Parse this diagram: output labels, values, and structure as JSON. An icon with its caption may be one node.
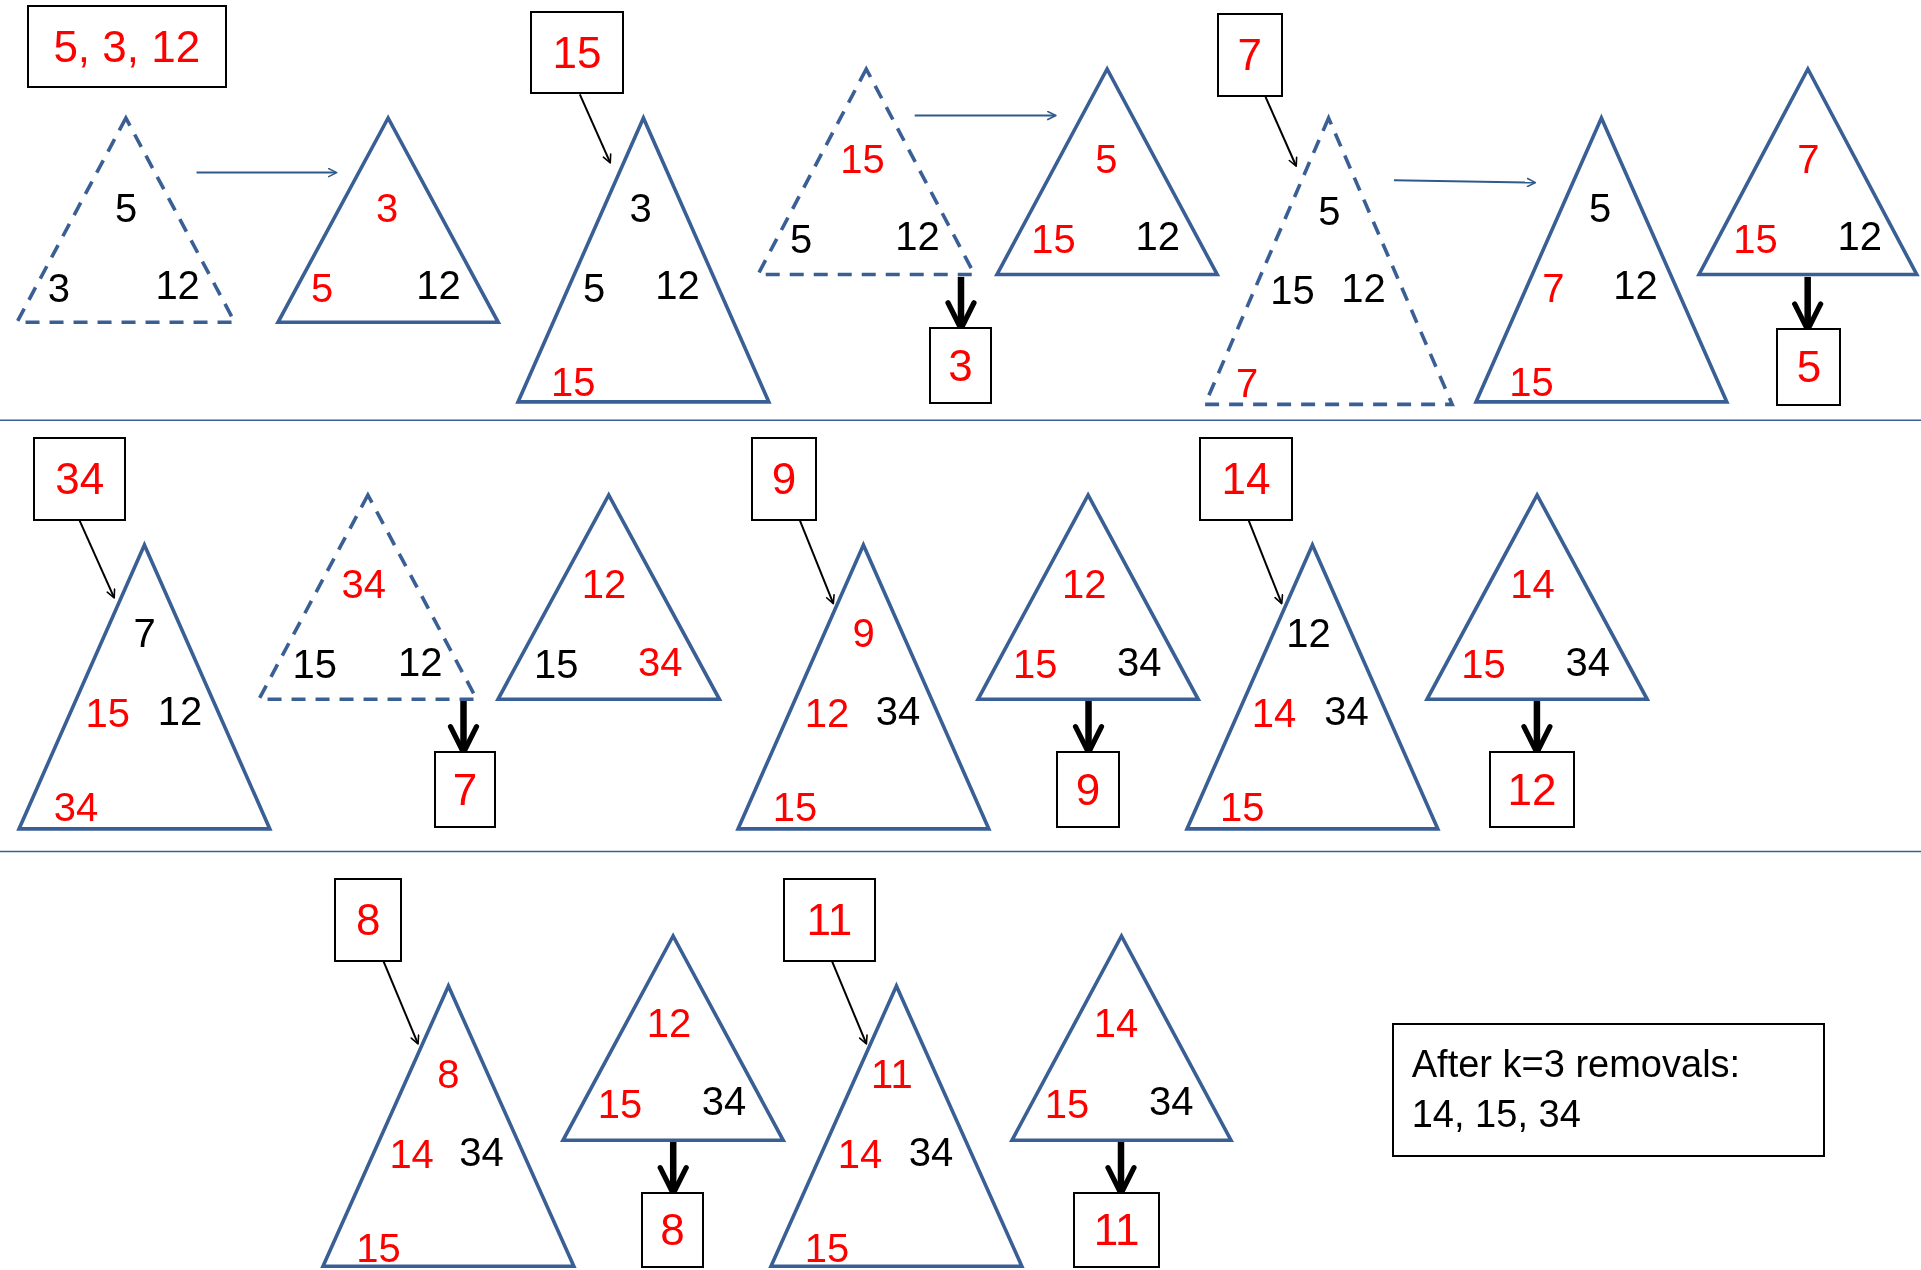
{
  "diagram": {
    "nodes": [
      {
        "text": [
          "5, 3, 12"
        ]
      },
      {
        "text": [
          "5",
          "3",
          "12"
        ]
      },
      {
        "text": [
          "3",
          "5",
          "12"
        ]
      },
      {
        "text": [
          "15"
        ]
      },
      {
        "text": [
          "3",
          "5",
          "12",
          "15"
        ]
      },
      {
        "text": [
          "15",
          "5",
          "12"
        ]
      },
      {
        "text": [
          "3"
        ]
      },
      {
        "text": [
          "5",
          "15",
          "12"
        ]
      },
      {
        "text": [
          "7"
        ]
      },
      {
        "text": [
          "5",
          "15",
          "12",
          "7"
        ]
      },
      {
        "text": [
          "5",
          "7",
          "12",
          "15"
        ]
      },
      {
        "text": [
          "7",
          "15",
          "12"
        ]
      },
      {
        "text": [
          "5"
        ]
      },
      {
        "text": [
          "34"
        ]
      },
      {
        "text": [
          "7",
          "15",
          "12",
          "34"
        ]
      },
      {
        "text": [
          "34",
          "15",
          "12"
        ]
      },
      {
        "text": [
          "7"
        ]
      },
      {
        "text": [
          "12",
          "15",
          "34"
        ]
      },
      {
        "text": [
          "9"
        ]
      },
      {
        "text": [
          "9",
          "12",
          "34",
          "15"
        ]
      },
      {
        "text": [
          "12",
          "15",
          "34"
        ]
      },
      {
        "text": [
          "9"
        ]
      },
      {
        "text": [
          "14"
        ]
      },
      {
        "text": [
          "12",
          "14",
          "34",
          "15"
        ]
      },
      {
        "text": [
          "14",
          "15",
          "34"
        ]
      },
      {
        "text": [
          "12"
        ]
      },
      {
        "text": [
          "8"
        ]
      },
      {
        "text": [
          "8",
          "14",
          "34",
          "15"
        ]
      },
      {
        "text": [
          "12",
          "15",
          "34"
        ]
      },
      {
        "text": [
          "8"
        ]
      },
      {
        "text": [
          "11"
        ]
      },
      {
        "text": [
          "11",
          "14",
          "34",
          "15"
        ]
      },
      {
        "text": [
          "14",
          "15",
          "34"
        ]
      },
      {
        "text": [
          "11"
        ]
      },
      {
        "text": [
          "After k=3 removals: 14, 15, 34"
        ]
      }
    ],
    "edges": [
      {
        "from": 1,
        "to": 2,
        "arrow": "to",
        "color": "#2e5a8c"
      },
      {
        "from": 3,
        "to": 4,
        "arrow": "to"
      },
      {
        "from": 5,
        "to": 7,
        "arrow": "to",
        "color": "#2e5a8c"
      },
      {
        "from": 5,
        "to": 6,
        "arrow": "to",
        "style": "thick"
      },
      {
        "from": 8,
        "to": 9,
        "arrow": "to"
      },
      {
        "from": 9,
        "to": 10,
        "arrow": "to",
        "color": "#2e5a8c"
      },
      {
        "from": 11,
        "to": 12,
        "arrow": "to",
        "style": "thick"
      },
      {
        "from": 13,
        "to": 14,
        "arrow": "to"
      },
      {
        "from": 15,
        "to": 16,
        "arrow": "to",
        "style": "thick"
      },
      {
        "from": 18,
        "to": 19,
        "arrow": "to"
      },
      {
        "from": 20,
        "to": 21,
        "arrow": "to",
        "style": "thick"
      },
      {
        "from": 22,
        "to": 23,
        "arrow": "to"
      },
      {
        "from": 24,
        "to": 25,
        "arrow": "to",
        "style": "thick"
      },
      {
        "from": 26,
        "to": 27,
        "arrow": "to"
      },
      {
        "from": 28,
        "to": 29,
        "arrow": "to",
        "style": "thick"
      },
      {
        "from": 30,
        "to": 31,
        "arrow": "to"
      },
      {
        "from": 32,
        "to": 33,
        "arrow": "to",
        "style": "thick"
      }
    ]
  }
}
